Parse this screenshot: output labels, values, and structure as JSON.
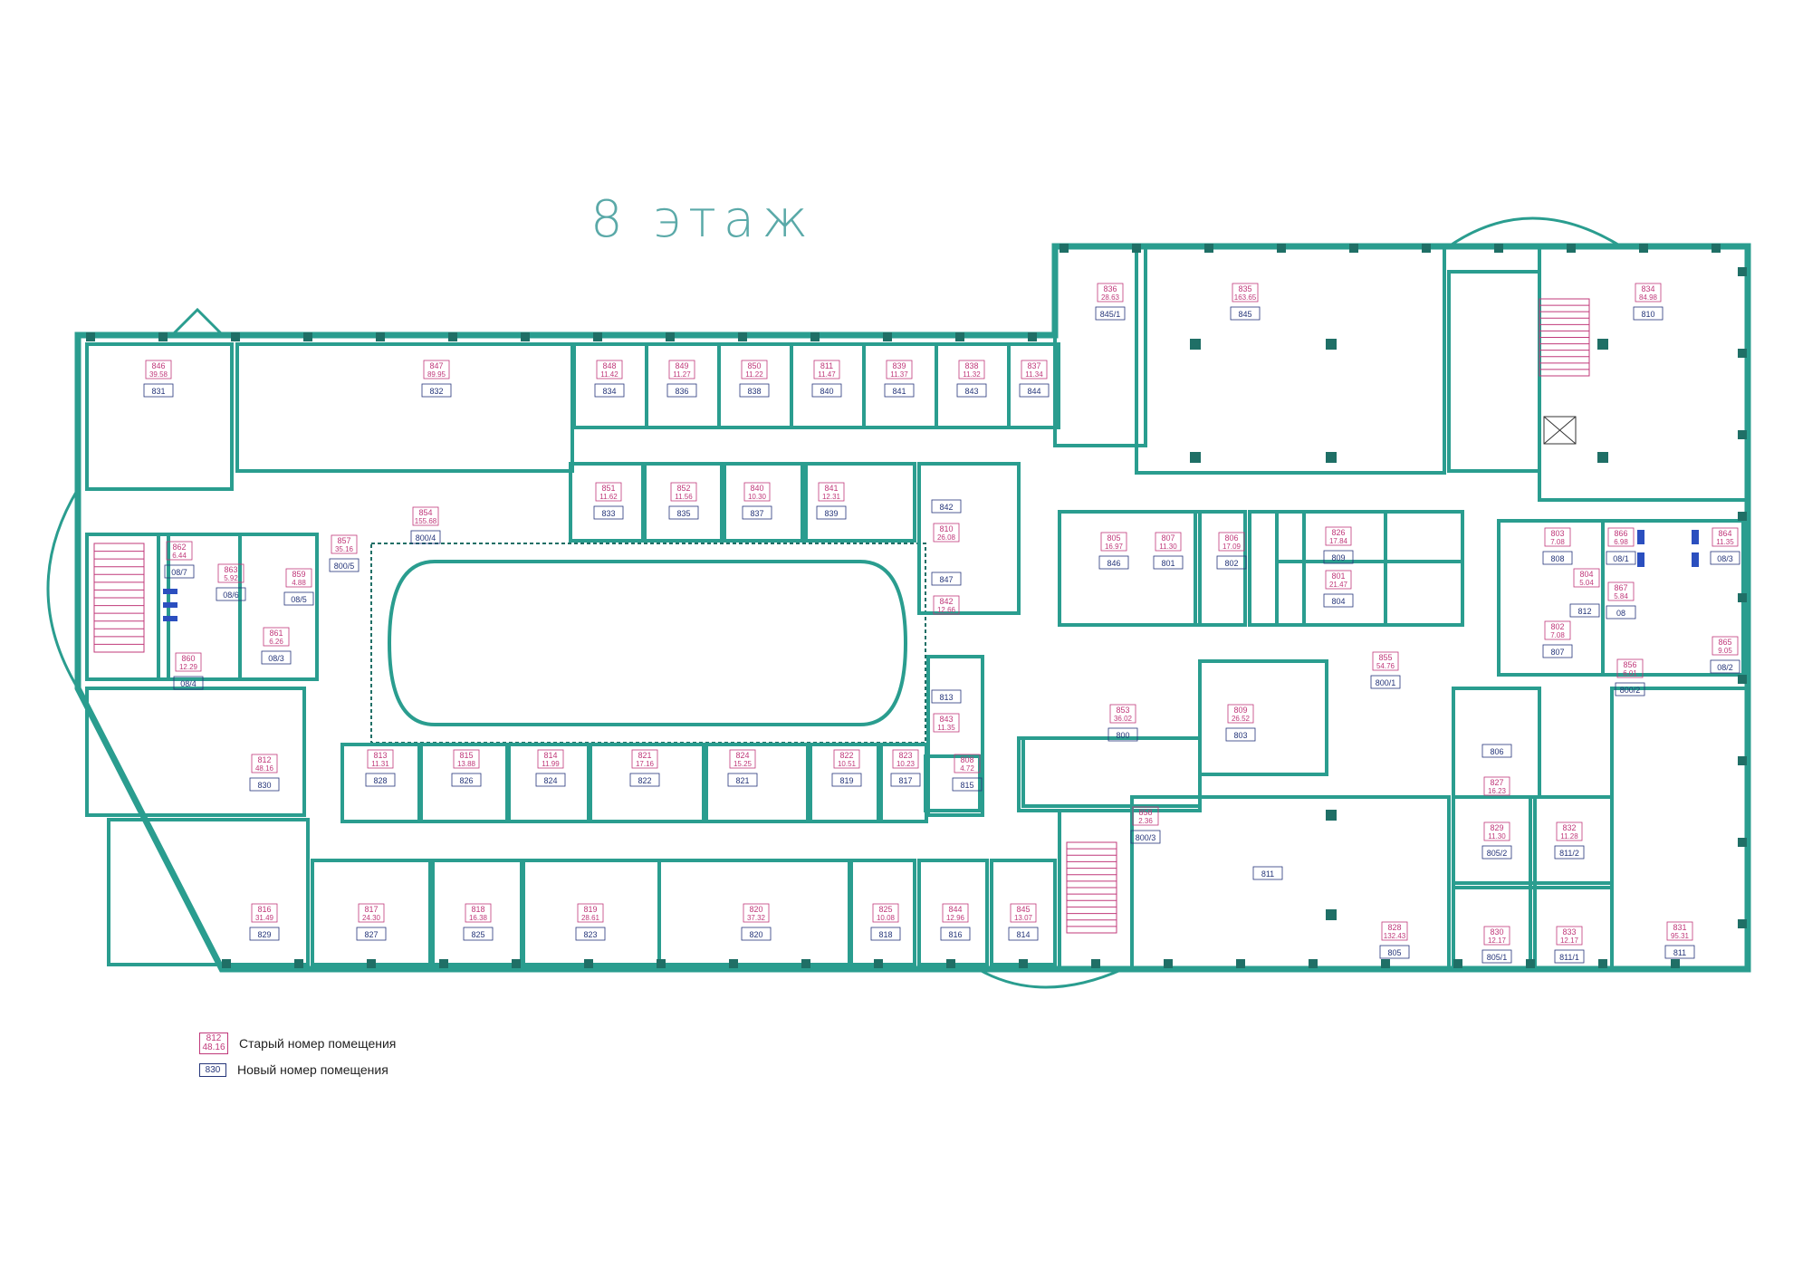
{
  "floor_title": "8 этаж",
  "colors": {
    "wall": "#2a9d8f",
    "wall_dark": "#1f6f66",
    "old_label": "#c0397a",
    "new_label": "#26367a",
    "stair": "#c0397a",
    "wc": "#2b4fbf"
  },
  "legend": {
    "old_example_num": "812",
    "old_example_area": "48.16",
    "old_text": "Старый номер помещения",
    "new_example": "830",
    "new_text": "Новый номер помещения"
  },
  "rooms_top_left": [
    {
      "old": "846",
      "area": "39.58",
      "new": "831"
    },
    {
      "old": "847",
      "area": "89.95",
      "new": "832"
    },
    {
      "old": "848",
      "area": "11.42",
      "new": "834"
    },
    {
      "old": "849",
      "area": "11.27",
      "new": "836"
    },
    {
      "old": "850",
      "area": "11.22",
      "new": "838"
    },
    {
      "old": "811",
      "area": "11.47",
      "new": "840"
    },
    {
      "old": "839",
      "area": "11.37",
      "new": "841"
    },
    {
      "old": "838",
      "area": "11.32",
      "new": "843"
    },
    {
      "old": "837",
      "area": "11.34",
      "new": "844"
    }
  ],
  "rooms_inner_top": [
    {
      "old": "851",
      "area": "11.62",
      "new": "833"
    },
    {
      "old": "852",
      "area": "11.56",
      "new": "835"
    },
    {
      "old": "840",
      "area": "10.30",
      "new": "837"
    },
    {
      "old": "841",
      "area": "12.31",
      "new": "839"
    }
  ],
  "rooms_inner_right": [
    {
      "old": "",
      "area": "",
      "new": "842"
    },
    {
      "old": "810",
      "area": "26.08",
      "new": ""
    },
    {
      "old": "",
      "area": "",
      "new": "847"
    },
    {
      "old": "842",
      "area": "12.66",
      "new": ""
    },
    {
      "old": "",
      "area": "",
      "new": "813"
    },
    {
      "old": "843",
      "area": "11.35",
      "new": ""
    },
    {
      "old": "808",
      "area": "4.72",
      "new": "815"
    }
  ],
  "rooms_inner_bottom": [
    {
      "old": "813",
      "area": "11.31",
      "new": "828"
    },
    {
      "old": "815",
      "area": "13.88",
      "new": "826"
    },
    {
      "old": "814",
      "area": "11.99",
      "new": "824"
    },
    {
      "old": "821",
      "area": "17.16",
      "new": "822"
    },
    {
      "old": "824",
      "area": "15.25",
      "new": "821"
    },
    {
      "old": "822",
      "area": "10.51",
      "new": "819"
    },
    {
      "old": "823",
      "area": "10.23",
      "new": "817"
    }
  ],
  "rooms_bottom": [
    {
      "old": "816",
      "area": "31.49",
      "new": "829"
    },
    {
      "old": "817",
      "area": "24.30",
      "new": "827"
    },
    {
      "old": "818",
      "area": "16.38",
      "new": "825"
    },
    {
      "old": "819",
      "area": "28.61",
      "new": "823"
    },
    {
      "old": "820",
      "area": "37.32",
      "new": "820"
    },
    {
      "old": "825",
      "area": "10.08",
      "new": "818"
    },
    {
      "old": "844",
      "area": "12.96",
      "new": "816"
    },
    {
      "old": "845",
      "area": "13.07",
      "new": "814"
    }
  ],
  "rooms_left": [
    {
      "old": "812",
      "area": "48.16",
      "new": "830"
    },
    {
      "old": "854",
      "area": "155.68",
      "new": "800/4"
    },
    {
      "old": "857",
      "area": "35.16",
      "new": "800/5"
    }
  ],
  "wc_left": [
    {
      "old": "862",
      "area": "6.44",
      "new": "08/7"
    },
    {
      "old": "863",
      "area": "5.92",
      "new": "08/6"
    },
    {
      "old": "859",
      "area": "4.88",
      "new": "08/5"
    },
    {
      "old": "861",
      "area": "6.26",
      "new": "08/3"
    },
    {
      "old": "860",
      "area": "12.29",
      "new": "08/4"
    }
  ],
  "rooms_right_top": [
    {
      "old": "836",
      "area": "28.63",
      "new": "845/1"
    },
    {
      "old": "835",
      "area": "163.65",
      "new": "845"
    },
    {
      "old": "834",
      "area": "84.98",
      "new": "810"
    }
  ],
  "rooms_right_mid": [
    {
      "old": "805",
      "area": "16.97",
      "new": "846"
    },
    {
      "old": "807",
      "area": "11.30",
      "new": "801"
    },
    {
      "old": "806",
      "area": "17.09",
      "new": "802"
    },
    {
      "old": "826",
      "area": "17.84",
      "new": "809"
    },
    {
      "old": "801",
      "area": "21.47",
      "new": "804"
    },
    {
      "old": "855",
      "area": "54.76",
      "new": "800/1"
    },
    {
      "old": "853",
      "area": "36.02",
      "new": "800"
    },
    {
      "old": "809",
      "area": "26.52",
      "new": "803"
    },
    {
      "old": "858",
      "area": "2.36",
      "new": "800/3"
    }
  ],
  "wc_right": [
    {
      "old": "803",
      "area": "7.08",
      "new": "808"
    },
    {
      "old": "804",
      "area": "5.04",
      "new": ""
    },
    {
      "old": "802",
      "area": "7.08",
      "new": "807"
    },
    {
      "old": "",
      "area": "",
      "new": "812"
    },
    {
      "old": "866",
      "area": "6.98",
      "new": "08/1"
    },
    {
      "old": "864",
      "area": "11.35",
      "new": "08/3"
    },
    {
      "old": "867",
      "area": "5.84",
      "new": "08"
    },
    {
      "old": "865",
      "area": "9.05",
      "new": "08/2"
    },
    {
      "old": "856",
      "area": "6.01",
      "new": "800/2"
    }
  ],
  "rooms_right_bottom": [
    {
      "old": "",
      "area": "",
      "new": "806"
    },
    {
      "old": "827",
      "area": "16.23",
      "new": ""
    },
    {
      "old": "829",
      "area": "11.30",
      "new": "805/2"
    },
    {
      "old": "832",
      "area": "11.28",
      "new": "811/2"
    },
    {
      "old": "828",
      "area": "132.43",
      "new": "805"
    },
    {
      "old": "",
      "area": "",
      "new": "811"
    },
    {
      "old": "830",
      "area": "12.17",
      "new": "805/1"
    },
    {
      "old": "833",
      "area": "12.17",
      "new": "811/1"
    },
    {
      "old": "831",
      "area": "95.31",
      "new": "811"
    }
  ]
}
